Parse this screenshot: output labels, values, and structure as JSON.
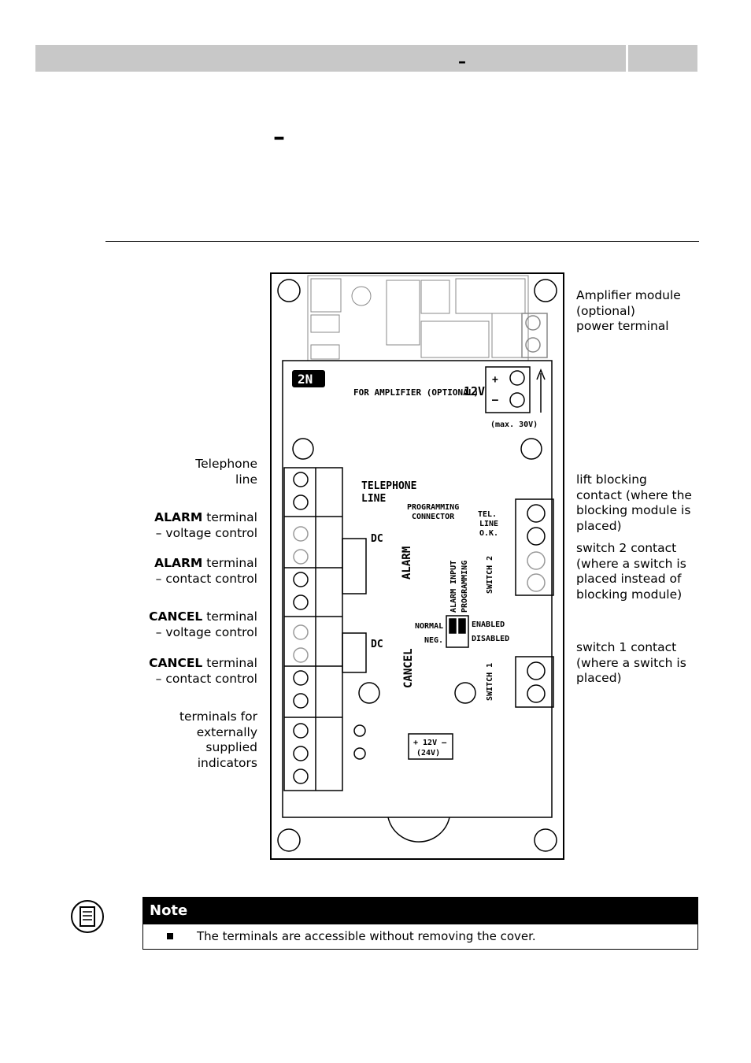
{
  "header": {
    "dash": "–"
  },
  "title": {
    "dash": "–"
  },
  "labels": {
    "amp_line1": "Amplifier module",
    "amp_line2": "(optional)",
    "amp_line3": "power terminal",
    "tel_line1": "Telephone",
    "tel_line2": "line",
    "alarm_v_bold": "ALARM",
    "alarm_v_rest": " terminal",
    "alarm_v_line2": "– voltage control",
    "alarm_c_bold": "ALARM",
    "alarm_c_rest": " terminal",
    "alarm_c_line2": "– contact control",
    "cancel_v_bold": "CANCEL",
    "cancel_v_rest": " terminal",
    "cancel_v_line2": "– voltage control",
    "cancel_c_bold": "CANCEL",
    "cancel_c_rest": " terminal",
    "cancel_c_line2": "– contact control",
    "ind_line1": "terminals for",
    "ind_line2": "externally",
    "ind_line3": "supplied",
    "ind_line4": "indicators",
    "lift_line1": "lift blocking",
    "lift_line2": "contact (where the",
    "lift_line3": "blocking module is",
    "lift_line4": "placed)",
    "sw2_line1": "switch 2 contact",
    "sw2_line2": "(where a switch is",
    "sw2_line3": "placed instead of",
    "sw2_line4": "blocking module)",
    "sw1_line1": "switch 1 contact",
    "sw1_line2": "(where a switch is",
    "sw1_line3": "placed)"
  },
  "board": {
    "logo": "2N",
    "amp_text": "FOR AMPLIFIER (OPTIONAL)",
    "amp_voltage": "12V",
    "plus": "+",
    "minus": "–",
    "max": "(max. 30V)",
    "telephone": "TELEPHONE",
    "line": "LINE",
    "prog1": "PROGRAMMING",
    "prog2": "CONNECTOR",
    "dc": "DC",
    "alarm": "ALARM",
    "cancel": "CANCEL",
    "tel_ok1": "TEL.",
    "tel_ok2": "LINE",
    "tel_ok3": "O.K.",
    "switch2": "SWITCH 2",
    "switch1": "SWITCH 1",
    "alarm_input": "ALARM INPUT",
    "programming": "PROGRAMMING",
    "normal": "NORMAL",
    "neg": "NEG.",
    "enabled": "ENABLED",
    "disabled": "DISABLED",
    "v12": "+ 12V –",
    "v24": "(24V)"
  },
  "note": {
    "title": "Note",
    "items": [
      "The terminals are accessible without removing the cover."
    ]
  }
}
